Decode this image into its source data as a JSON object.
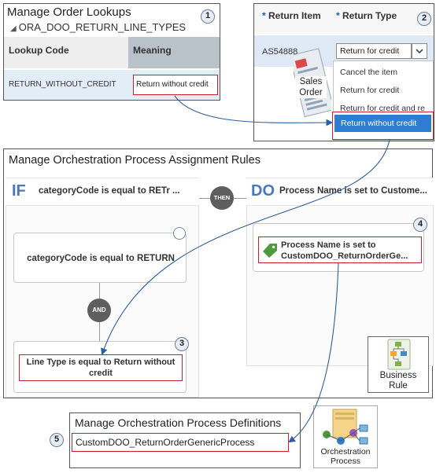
{
  "lookups_panel": {
    "title": "Manage Order Lookups",
    "collapse_glyph": "◢",
    "type_code": "ORA_DOO_RETURN_LINE_TYPES",
    "columns": [
      "Lookup Code",
      "Meaning"
    ],
    "row": {
      "code": "RETURN_WITHOUT_CREDIT",
      "meaning": "Return without credit"
    },
    "step": "1"
  },
  "order_panel": {
    "col_return_item": "Return Item",
    "col_return_type": "Return Type",
    "required_mark": "*",
    "item_value": "AS54888",
    "selected_value": "Return for credit",
    "options": [
      "Cancel the item",
      "Return for credit",
      "Return for credit and re",
      "Return without credit"
    ],
    "sales_order_label_1": "Sales",
    "sales_order_label_2": "Order",
    "step": "2"
  },
  "rules_panel": {
    "title": "Manage Orchestration Process Assignment Rules",
    "if_word": "IF",
    "if_header": "categoryCode is equal to RETr ...",
    "then_word": "THEN",
    "do_word": "DO",
    "do_header": "Process Name is set to Custome...",
    "condition_1": "categoryCode is equal to RETURN",
    "and_word": "AND",
    "condition_2_line1": "Line Type is equal to Return without",
    "condition_2_line2": "credit",
    "action_line1": "Process Name is set to",
    "action_line2": "CustomDOO_ReturnOrderGe...",
    "business_rule_1": "Business",
    "business_rule_2": "Rule",
    "step_3": "3",
    "step_4": "4"
  },
  "definitions_panel": {
    "title": "Manage Orchestration Process Definitions",
    "process_name": "CustomDOO_ReturnOrderGenericProcess",
    "step": "5",
    "icon_label_1": "Orchestration",
    "icon_label_2": "Process"
  },
  "colors": {
    "accent_blue": "#1a62b0",
    "highlight_red": "#c8202a",
    "selected_row": "#2e7dd1",
    "header_gray": "#b9c1c9",
    "tag_green": "#4b9b3c"
  }
}
